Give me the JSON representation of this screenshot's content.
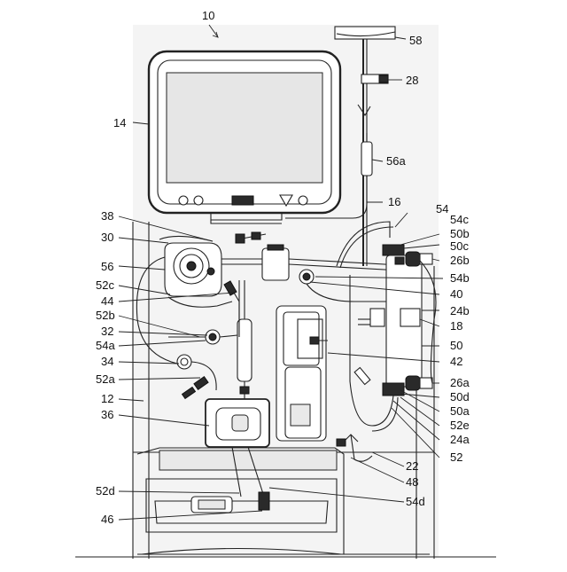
{
  "labels": {
    "n10": "10",
    "n58": "58",
    "n28": "28",
    "n14": "14",
    "n56a": "56a",
    "n16": "16",
    "n38": "38",
    "n54": "54",
    "n54c": "54c",
    "n50b": "50b",
    "n30": "30",
    "n50c": "50c",
    "n26b": "26b",
    "n56": "56",
    "n54b": "54b",
    "n52c": "52c",
    "n40": "40",
    "n44": "44",
    "n24b": "24b",
    "n52b": "52b",
    "n18": "18",
    "n32": "32",
    "n50": "50",
    "n54a": "54a",
    "n42": "42",
    "n34": "34",
    "n26a": "26a",
    "n52a": "52a",
    "n50d": "50d",
    "n12": "12",
    "n50a": "50a",
    "n36": "36",
    "n52e": "52e",
    "n24a": "24a",
    "n52": "52",
    "n22": "22",
    "n48": "48",
    "n52d": "52d",
    "n54d": "54d",
    "n46": "46"
  }
}
